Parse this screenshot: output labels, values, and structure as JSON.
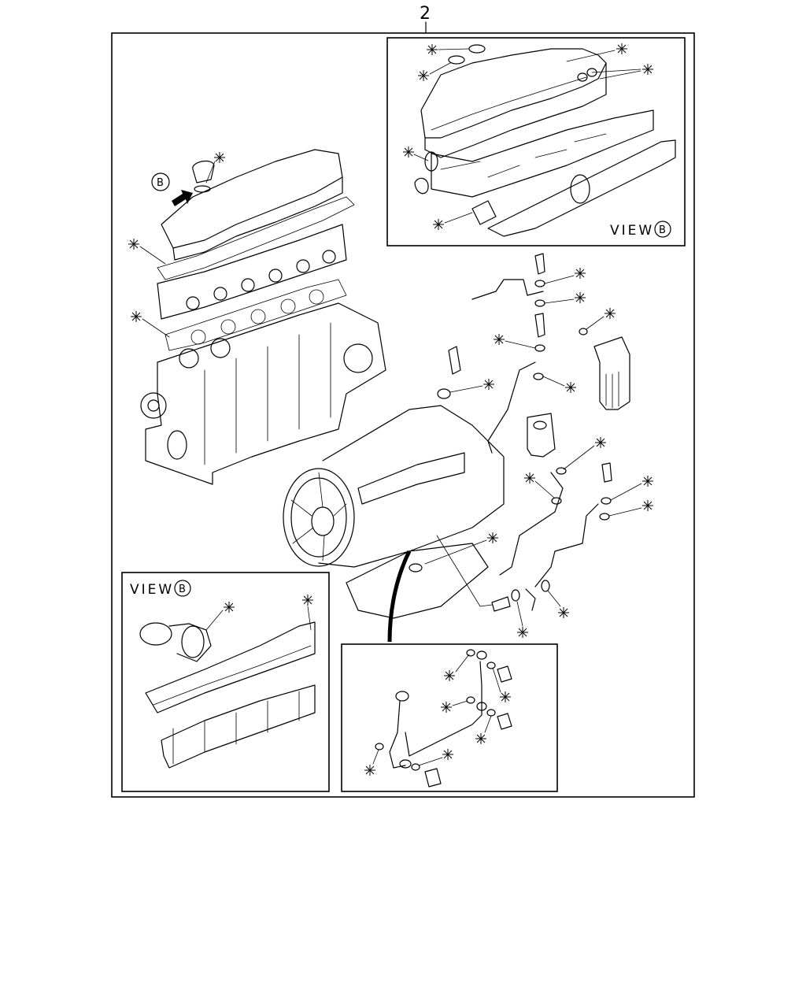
{
  "diagram": {
    "part_number": "2",
    "view_b_label_top": "VIEW",
    "view_b_label_bottom": "VIEW",
    "view_ref_letter": "B",
    "arrow_ref_letter": "B",
    "marker_symbol": "✳"
  }
}
